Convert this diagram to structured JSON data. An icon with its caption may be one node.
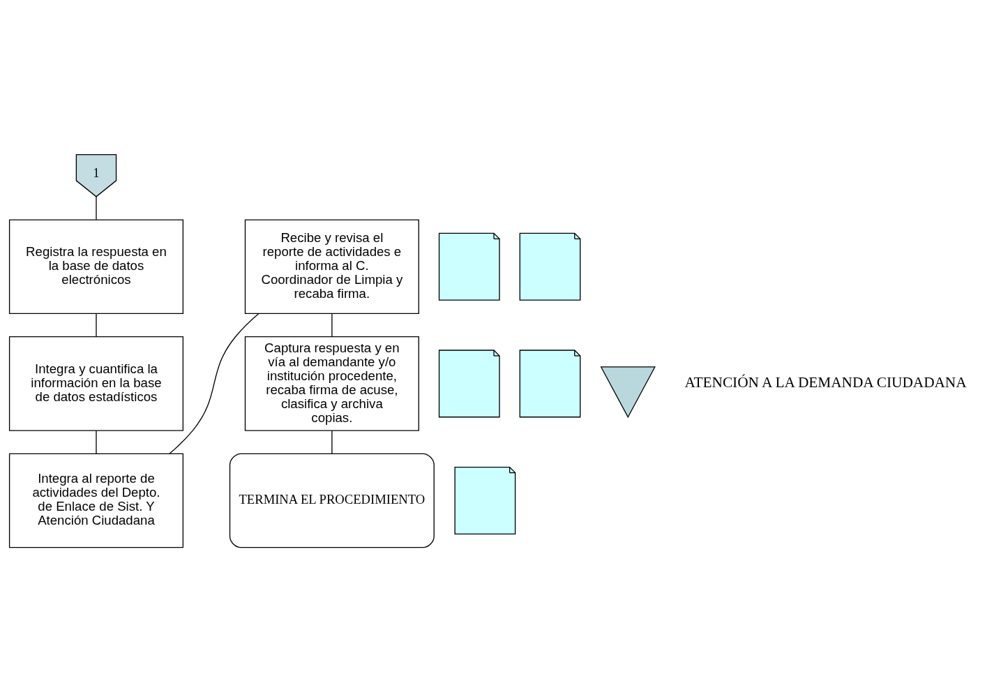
{
  "diagram": {
    "nodes": [
      {
        "text": [
          "1"
        ]
      },
      {
        "text": [
          "Registra la respuesta en la base de datos electrónicos"
        ]
      },
      {
        "text": [],
        "shape": "document"
      },
      {
        "text": [
          "Integra y cuantifica la información en la base de datos estadísticos"
        ]
      },
      {
        "text": [],
        "shape": "document"
      },
      {
        "text": [
          "Integra al reporte de actividades del Depto. de Enlace de Sist. Y Atención Ciudadana"
        ]
      },
      {
        "text": [],
        "shape": "document"
      },
      {
        "text": [
          "Recibe y revisa el reporte de actividades e informa al C. Coordinador de Limpia y recaba firma."
        ]
      },
      {
        "text": [],
        "shape": "document"
      },
      {
        "text": [
          "Captura respuesta y en vía al demandante y/o institución procedente, recaba firma de acuse, clasifica y archiva copias."
        ]
      },
      {
        "text": [],
        "shape": "document"
      },
      {
        "text": [],
        "shape": "triangle"
      },
      {
        "text": [
          "TERMINA EL PROCEDIMIENTO"
        ]
      }
    ],
    "edges": [
      {
        "from": 0,
        "to": 1,
        "arrow": "none"
      },
      {
        "from": 1,
        "to": 3,
        "arrow": "none"
      },
      {
        "from": 3,
        "to": 5,
        "arrow": "none"
      },
      {
        "from": 5,
        "to": 7,
        "arrow": "none"
      },
      {
        "from": 7,
        "to": 9,
        "arrow": "none"
      },
      {
        "from": 9,
        "to": 12,
        "arrow": "none"
      }
    ],
    "labels": [
      "ATENCIÓN A LA DEMANDA CIUDADANA"
    ]
  }
}
